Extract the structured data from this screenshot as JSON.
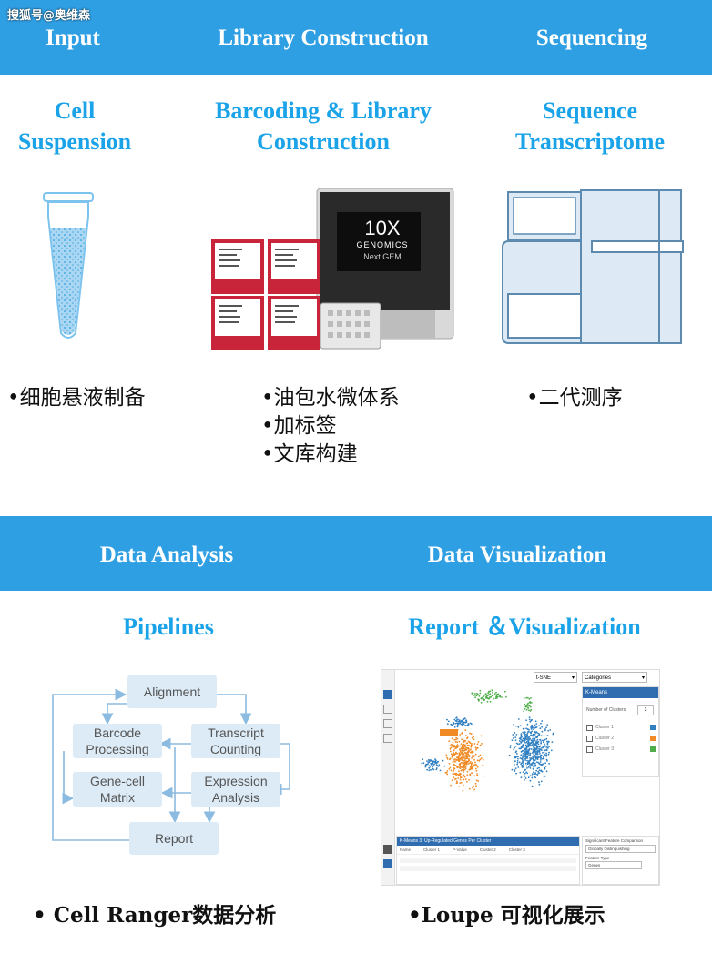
{
  "watermark": "搜狐号@奥维森",
  "top_band": {
    "input": "Input",
    "library": "Library Construction",
    "sequencing": "Sequencing"
  },
  "section1": {
    "cell_title_1": "Cell",
    "cell_title_2": "Suspension",
    "barcode_title_1": "Barcoding & Library",
    "barcode_title_2": "Construction",
    "seq_title_1": "Sequence",
    "seq_title_2": "Transcriptome"
  },
  "device": {
    "brand_top": "10X",
    "brand_mid": "GENOMICS",
    "brand_bottom": "Next GEM"
  },
  "bullets1": {
    "cell": "•细胞悬液制备",
    "lib": [
      "•油包水微体系",
      "•加标签",
      "•文库构建"
    ],
    "seq": "•二代测序"
  },
  "bottom_band": {
    "analysis": "Data Analysis",
    "visualization": "Data Visualization"
  },
  "section2": {
    "pipelines_title": "Pipelines",
    "report_title": "Report ＆Visualization"
  },
  "pipeline": {
    "alignment": "Alignment",
    "barcode_1": "Barcode",
    "barcode_2": "Processing",
    "transcript_1": "Transcript",
    "transcript_2": "Counting",
    "genecell_1": "Gene-cell",
    "genecell_2": "Matrix",
    "expression_1": "Expression",
    "expression_2": "Analysis",
    "report": "Report"
  },
  "loupe": {
    "tsne_select": "t-SNE",
    "categories_select": "Categories",
    "panel_title": "K-Means",
    "num_clusters_label": "Number of Clusters",
    "num_clusters_value": "3",
    "clusters": [
      "Cluster 1",
      "Cluster 2",
      "Cluster 3"
    ],
    "table_title": "K-Means 3: Up-Regulated Genes Per Cluster",
    "table_headers": [
      "Name",
      "Cluster 1",
      "P-Value",
      "Cluster 2",
      "Cluster 3"
    ],
    "sig_title": "Significant Feature Comparison",
    "sig_select": "Globally Distinguishing",
    "feature_type": "Feature Type",
    "feature_select": "Genes"
  },
  "bullets2": {
    "cellranger": "• Cell Ranger数据分析",
    "loupe": "•Loupe 可视化展示"
  },
  "colors": {
    "band": "#2f9fe4",
    "title": "#1aa3e8",
    "cluster1": "#2f7fc1",
    "cluster2": "#f08a24",
    "cluster3": "#4fae4a"
  }
}
